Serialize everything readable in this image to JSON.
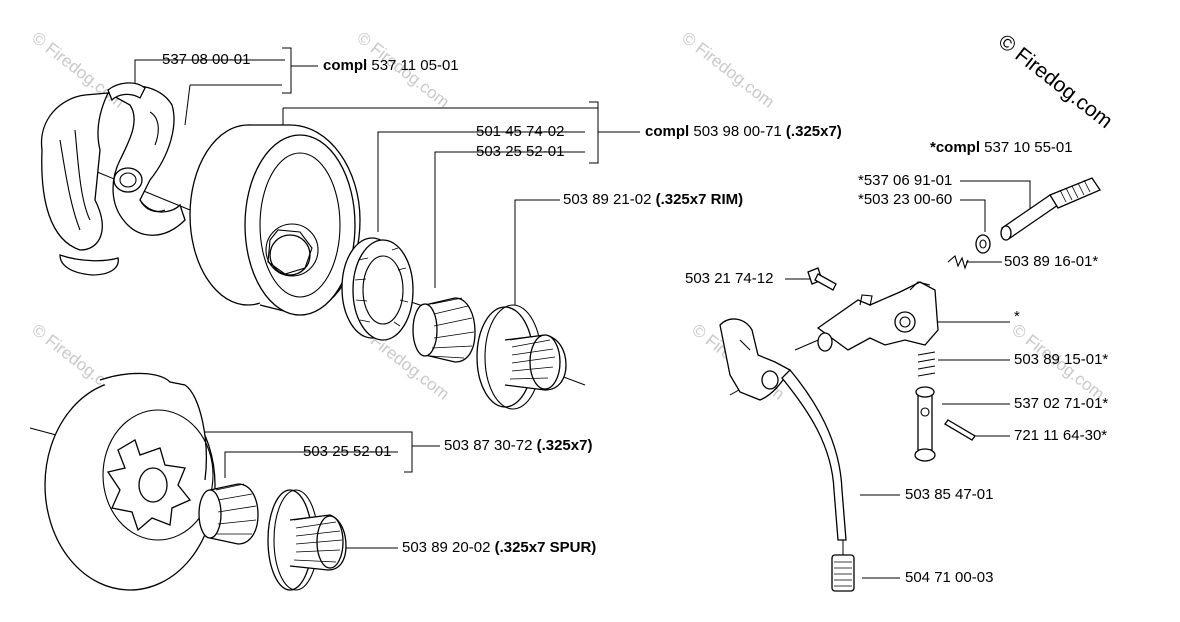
{
  "watermark": {
    "text": "© Firedog.com",
    "brand_text": "© Firedog.com"
  },
  "labels": {
    "l1": "537 08 00-01",
    "l1_group_prefix": "compl",
    "l1_group": " 537 11 05-01",
    "l2": "501 45 74-02",
    "l3": "503 25 52-01",
    "l23_group_prefix": "compl",
    "l23_group": " 503 98 00-71",
    "l23_group_suffix": " (.325x7)",
    "l4": "503 89 21-02",
    "l4_suffix": " (.325x7 RIM)",
    "l5": "503 25 52-01",
    "l5_group": "503 87 30-72",
    "l5_group_suffix": " (.325x7)",
    "l6": "503 89 20-02",
    "l6_suffix": " (.325x7 SPUR)",
    "r_group_prefix": "*compl",
    "r_group": " 537 10 55-01",
    "r1": "*537 06 91-01",
    "r2": "*503 23 00-60",
    "r3": "503 21 74-12",
    "r4": "503 89 16-01*",
    "r5": "*",
    "r6": "503 89 15-01*",
    "r7": "537 02 71-01*",
    "r8": "721 11 64-30*",
    "r9": "503 85 47-01",
    "r10": "504 71 00-03"
  }
}
